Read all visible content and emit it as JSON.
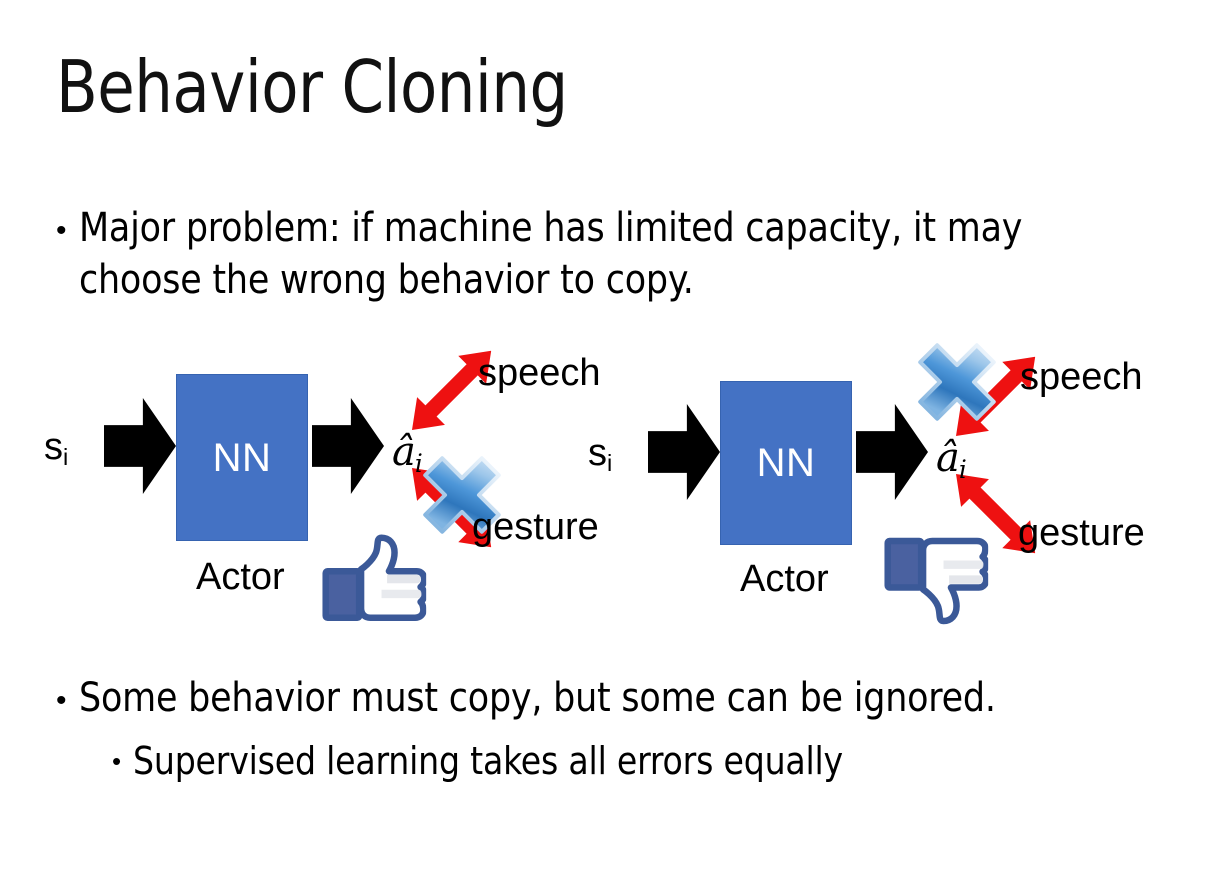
{
  "slide": {
    "title": "Behavior Cloning",
    "background_color": "#ffffff"
  },
  "bullets": [
    {
      "marker": "•",
      "text": "Major problem: if machine has limited capacity, it may choose the wrong behavior to copy.",
      "level": 1
    },
    {
      "marker": "•",
      "text": "Some behavior must copy, but some can be ignored.",
      "level": 1
    },
    {
      "marker": "•",
      "text": "Supervised learning takes all errors equally",
      "level": 2
    }
  ],
  "diagrams": [
    {
      "id": "left-diagram",
      "state_label": "s",
      "state_subscript": "i",
      "nn_label": "NN",
      "nn_color": "#4472C4",
      "caption": "Actor",
      "action_label": "â",
      "action_subscript": "i",
      "outputs": [
        {
          "name": "speech",
          "label": "speech",
          "direction": "up-right",
          "crossed": false
        },
        {
          "name": "gesture",
          "label": "gesture",
          "direction": "down-right",
          "crossed": true
        }
      ],
      "verdict_icon": "thumbs-up-icon",
      "cross_color": "#5B9BD5"
    },
    {
      "id": "right-diagram",
      "state_label": "s",
      "state_subscript": "i",
      "nn_label": "NN",
      "nn_color": "#4472C4",
      "caption": "Actor",
      "action_label": "â",
      "action_subscript": "i",
      "outputs": [
        {
          "name": "speech",
          "label": "speech",
          "direction": "up-right",
          "crossed": true
        },
        {
          "name": "gesture",
          "label": "gesture",
          "direction": "down-right",
          "crossed": false
        }
      ],
      "verdict_icon": "thumbs-down-icon",
      "cross_color": "#5B9BD5"
    }
  ],
  "colors": {
    "arrow_black": "#000000",
    "arrow_red": "#EE1111",
    "nn_blue": "#4472C4",
    "nn_border": "#3663B0",
    "cross_blue_light": "#BBD7F0",
    "cross_blue_mid": "#4E97D9",
    "cross_blue_dark": "#2E76BC",
    "thumb_navy": "#3B5998",
    "thumb_fill": "#FFFFFF",
    "thumb_shadow": "#E4E6EB",
    "text_black": "#000000"
  }
}
